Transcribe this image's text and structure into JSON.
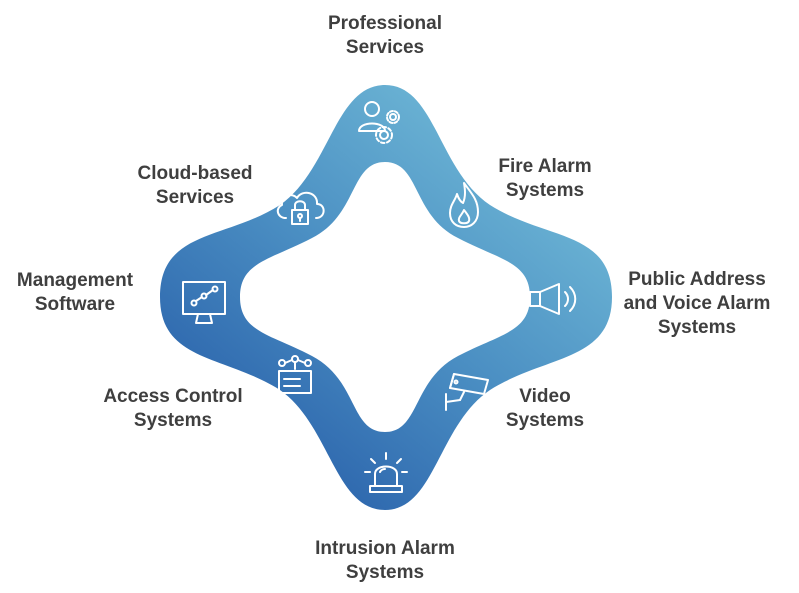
{
  "diagram": {
    "segments": [
      {
        "id": "professional-services",
        "lines": [
          "Professional",
          "Services"
        ],
        "icon": "user-gears-icon"
      },
      {
        "id": "fire-alarm",
        "lines": [
          "Fire Alarm",
          "Systems"
        ],
        "icon": "flame-icon"
      },
      {
        "id": "public-address",
        "lines": [
          "Public Address",
          "and Voice Alarm",
          "Systems"
        ],
        "icon": "speaker-icon"
      },
      {
        "id": "video",
        "lines": [
          "Video",
          "Systems"
        ],
        "icon": "camera-icon"
      },
      {
        "id": "intrusion-alarm",
        "lines": [
          "Intrusion Alarm",
          "Systems"
        ],
        "icon": "siren-icon"
      },
      {
        "id": "access-control",
        "lines": [
          "Access Control",
          "Systems"
        ],
        "icon": "card-reader-icon"
      },
      {
        "id": "management-software",
        "lines": [
          "Management",
          "Software"
        ],
        "icon": "monitor-graph-icon"
      },
      {
        "id": "cloud-services",
        "lines": [
          "Cloud-based",
          "Services"
        ],
        "icon": "cloud-lock-icon"
      }
    ],
    "colors": {
      "ring_light": "#69b3d3",
      "ring_dark": "#2d68ad",
      "label_text": "#3f3f3f",
      "icon_stroke": "#ffffff"
    }
  }
}
